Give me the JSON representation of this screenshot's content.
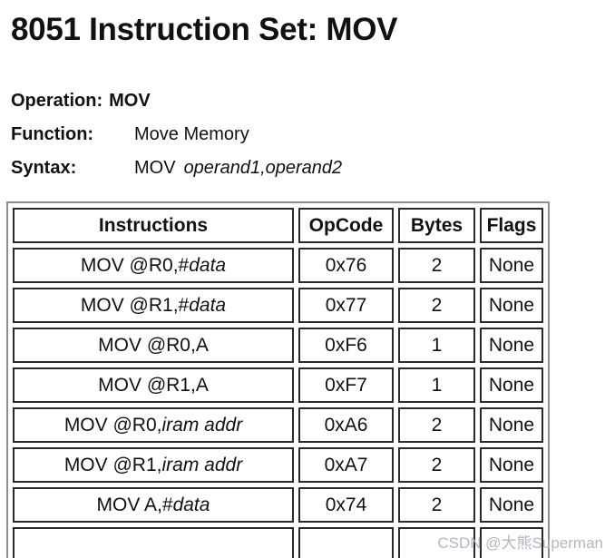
{
  "page_title": "8051 Instruction Set: MOV",
  "meta": {
    "operation_label": "Operation:",
    "operation_value": "MOV",
    "function_label": "Function:",
    "function_value": "Move Memory",
    "syntax_label": "Syntax:",
    "syntax_keyword": "MOV",
    "syntax_operands": "operand1,operand2"
  },
  "table": {
    "headers": [
      "Instructions",
      "OpCode",
      "Bytes",
      "Flags"
    ],
    "rows": [
      {
        "pre": "MOV @R0,#",
        "it": "data",
        "opcode": "0x76",
        "bytes": "2",
        "flags": "None"
      },
      {
        "pre": "MOV @R1,#",
        "it": "data",
        "opcode": "0x77",
        "bytes": "2",
        "flags": "None"
      },
      {
        "pre": "MOV @R0,A",
        "it": "",
        "opcode": "0xF6",
        "bytes": "1",
        "flags": "None"
      },
      {
        "pre": "MOV @R1,A",
        "it": "",
        "opcode": "0xF7",
        "bytes": "1",
        "flags": "None"
      },
      {
        "pre": "MOV @R0,",
        "it": "iram addr",
        "opcode": "0xA6",
        "bytes": "2",
        "flags": "None"
      },
      {
        "pre": "MOV @R1,",
        "it": "iram addr",
        "opcode": "0xA7",
        "bytes": "2",
        "flags": "None"
      },
      {
        "pre": "MOV A,#",
        "it": "data",
        "opcode": "0x74",
        "bytes": "2",
        "flags": "None"
      },
      {
        "pre": "",
        "it": "",
        "opcode": "",
        "bytes": "",
        "flags": ""
      }
    ]
  },
  "watermark": "CSDN @大熊Superman",
  "colors": {
    "background": "#ffffff",
    "text": "#111111",
    "cell_border": "#2a2a2a",
    "table_border": "#8e8e8e",
    "watermark_text": "#afb3ba"
  }
}
